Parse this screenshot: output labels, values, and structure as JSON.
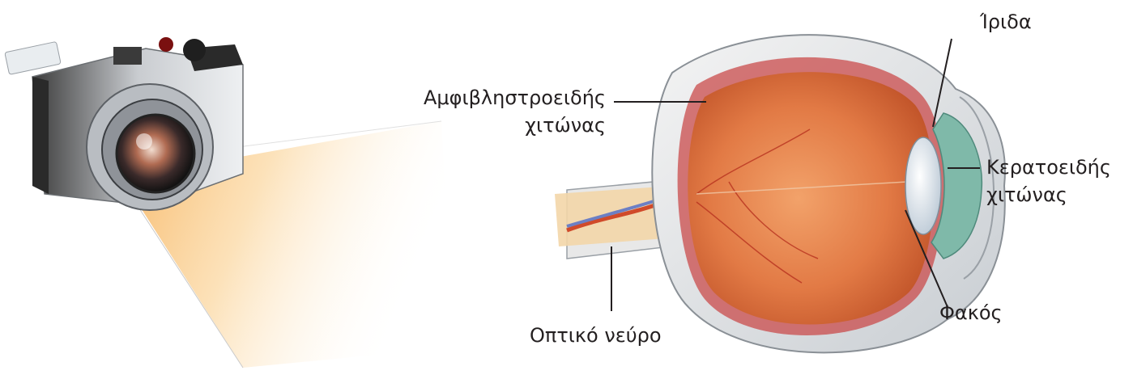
{
  "labels": {
    "iris": "Ίριδα",
    "retina_line1": "Αμφιβληστροειδής",
    "retina_line2": "χιτώνας",
    "cornea_line1": "Κερατοειδής",
    "cornea_line2": "χιτώνας",
    "optic_nerve": "Οπτικό νεύρο",
    "lens": "Φακός"
  }
}
